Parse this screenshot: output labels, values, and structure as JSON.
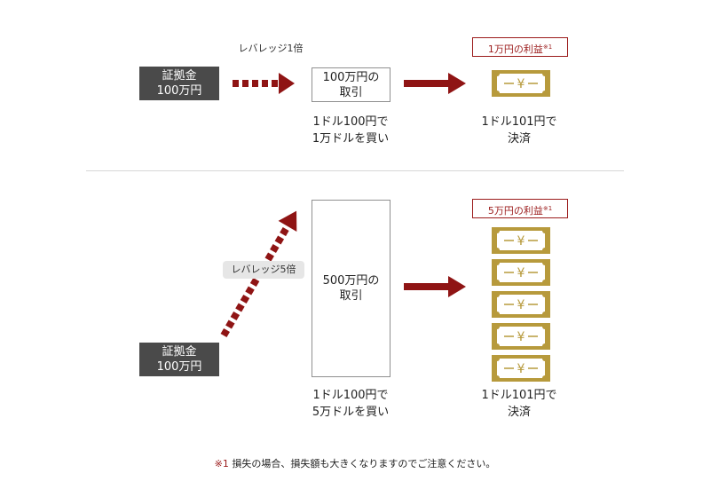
{
  "top": {
    "leverage_label": "レバレッジ1倍",
    "margin_line1": "証拠金",
    "margin_line2": "100万円",
    "trade_line1": "100万円の",
    "trade_line2": "取引",
    "buy_line1": "1ドル100円で",
    "buy_line2": "1万ドルを買い",
    "profit_label": "1万円の利益",
    "profit_note": "※1",
    "settle_line1": "1ドル101円で",
    "settle_line2": "決済",
    "bill_symbol": "¥",
    "bill_count": 1
  },
  "bottom": {
    "leverage_label": "レバレッジ5倍",
    "margin_line1": "証拠金",
    "margin_line2": "100万円",
    "trade_line1": "500万円の",
    "trade_line2": "取引",
    "buy_line1": "1ドル100円で",
    "buy_line2": "5万ドルを買い",
    "profit_label": "5万円の利益",
    "profit_note": "※1",
    "settle_line1": "1ドル101円で",
    "settle_line2": "決済",
    "bill_symbol": "¥",
    "bill_count": 5
  },
  "footnote": {
    "mark": "※1",
    "text": "損失の場合、損失額も大きくなりますのでご注意ください。"
  },
  "colors": {
    "arrow": "#8f1414",
    "bill_gold": "#b79a3c",
    "dark_box": "#4a4a4a",
    "profit_border": "#9b1b1b"
  }
}
